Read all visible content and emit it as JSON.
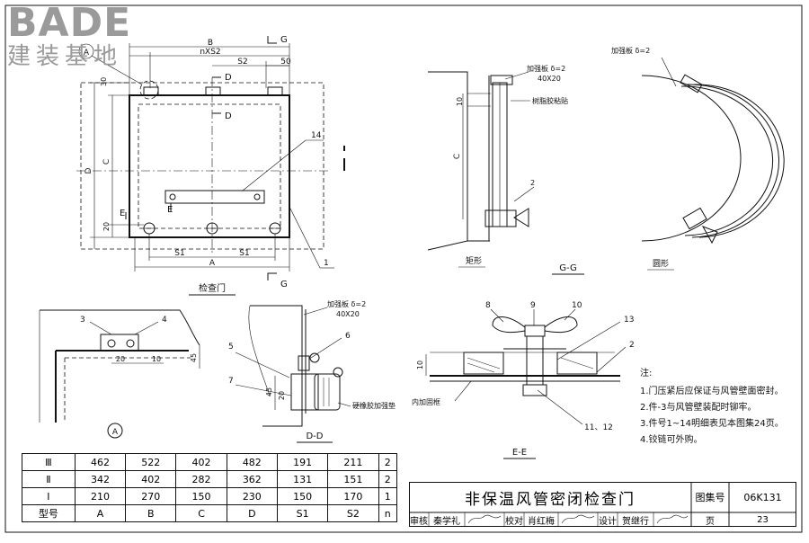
{
  "watermark": {
    "logo": "BADE",
    "tagline": "建装基地"
  },
  "views": {
    "front": {
      "caption": "检查门",
      "dim_B": "B",
      "dim_nS2": "nXS2",
      "dim_S2": "S2",
      "dim_50": "50",
      "dim_30": "30",
      "dim_C": "C",
      "dim_D": "D",
      "dim_20": "20",
      "dim_S1_left": "S1",
      "dim_S1_right": "S1",
      "dim_A": "A",
      "section_G_top": "G",
      "section_G_bottom": "G",
      "section_D_top": "D",
      "section_D_bottom": "D",
      "section_E_left": "E",
      "section_E_right": "E",
      "callout_14": "14",
      "callout_1": "1",
      "detail_mark": "A"
    },
    "gg": {
      "caption": "G-G",
      "sub_rect": "矩形",
      "sub_round": "圆形",
      "rect_plate": "加强板 δ=2",
      "rect_plate_size": "40X20",
      "rect_glue": "树脂胶粘贴",
      "rect_dim_10": "10",
      "rect_dim_C": "C",
      "rect_callout_2": "2",
      "round_plate": "加强板 δ=2"
    },
    "detailA": {
      "mark": "A",
      "callout_3": "3",
      "callout_4": "4",
      "dim_20": "20",
      "dim_10": "10",
      "dim_45": "45"
    },
    "dd": {
      "caption": "D-D",
      "plate": "加强板 δ=2",
      "plate_size": "40X20",
      "pad": "硬橡胶加强垫",
      "callout_5": "5",
      "callout_6": "6",
      "callout_7": "7",
      "dim_45": "45",
      "dim_20": "20"
    },
    "ee": {
      "caption": "E-E",
      "frame": "内加固框",
      "callout_8": "8",
      "callout_9": "9",
      "callout_10": "10",
      "callout_13": "13",
      "callout_2": "2",
      "callout_1112": "11、12",
      "dim_10": "10"
    }
  },
  "notes": {
    "heading": "注:",
    "items": [
      "1.门压紧后应保证与风管壁面密封。",
      "2.件-3与风管壁装配时铆牢。",
      "3.件号1~14明细表见本图集24页。",
      "4.铰链可外购。"
    ]
  },
  "spec_table": {
    "rows": [
      [
        "Ⅲ",
        "462",
        "522",
        "402",
        "482",
        "191",
        "211",
        "2"
      ],
      [
        "Ⅱ",
        "342",
        "402",
        "282",
        "362",
        "131",
        "151",
        "2"
      ],
      [
        "Ⅰ",
        "210",
        "270",
        "150",
        "230",
        "150",
        "170",
        "1"
      ]
    ],
    "header": [
      "型号",
      "A",
      "B",
      "C",
      "D",
      "S1",
      "S2",
      "n"
    ]
  },
  "title_block": {
    "title": "非保温风管密闭检查门",
    "atlas_label": "图集号",
    "atlas_no": "06K131",
    "page_label": "页",
    "page_no": "23",
    "review_label": "审核",
    "reviewer": "秦学礼",
    "check_label": "校对",
    "checker": "肖红梅",
    "design_label": "设计",
    "designer": "贺继行"
  }
}
